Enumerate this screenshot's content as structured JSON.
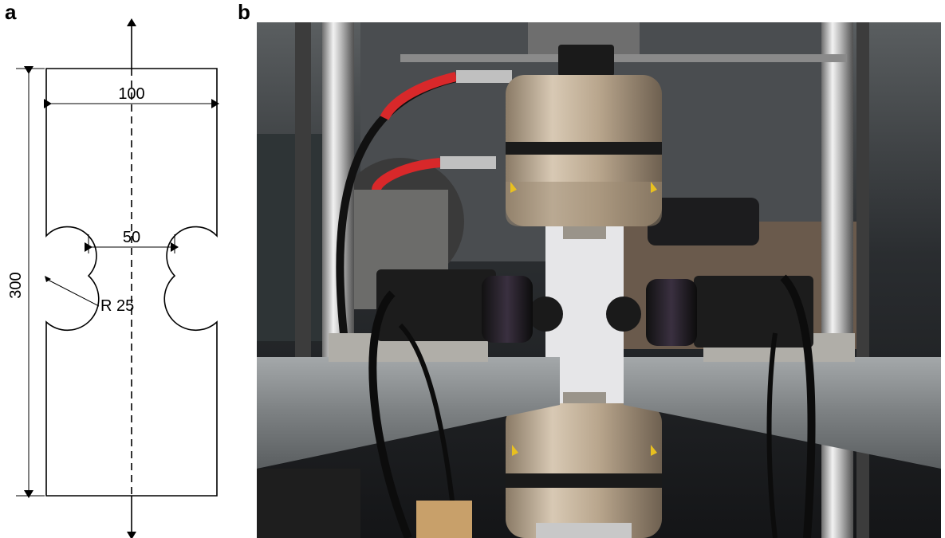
{
  "figure": {
    "panel_a_label": "a",
    "panel_b_label": "b"
  },
  "drawing": {
    "width_dimension": "100",
    "neck_dimension": "50",
    "length_dimension": "300",
    "radius_label": "R 25"
  },
  "colors": {
    "line": "#000000",
    "background": "#ffffff"
  }
}
